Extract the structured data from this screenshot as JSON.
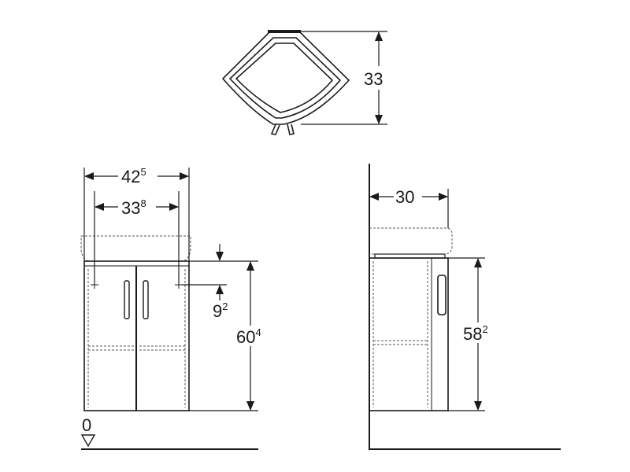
{
  "top_view": {
    "depth": "33"
  },
  "front_view": {
    "outer_width": {
      "main": "42",
      "sup": "5"
    },
    "inner_width": {
      "main": "33",
      "sup": "8"
    },
    "height": {
      "main": "60",
      "sup": "4"
    },
    "offset": {
      "main": "9",
      "sup": "2"
    },
    "floor_level": "0"
  },
  "side_view": {
    "depth": "30",
    "height": {
      "main": "58",
      "sup": "2"
    }
  },
  "colors": {
    "line": "#1a1a1a",
    "dashed": "#555555",
    "background": "#ffffff"
  }
}
